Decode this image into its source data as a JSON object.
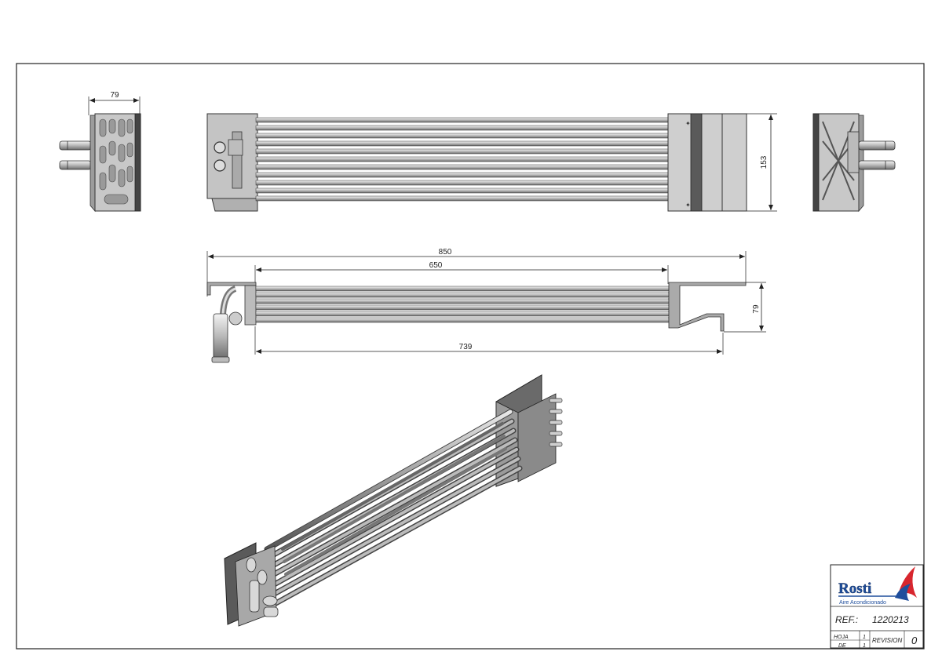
{
  "drawing": {
    "dimensions": {
      "top_width": "79",
      "front_height": "153",
      "overall_length": "850",
      "core_length": "650",
      "bracket_length": "739",
      "side_height": "79"
    }
  },
  "title_block": {
    "logo_name": "Rosti",
    "logo_tagline": "Aire Acondicionado",
    "ref_label": "REF.:",
    "ref_value": "1220213",
    "hoja_label": "HOJA",
    "hoja_value": "1",
    "de_label": "DE",
    "de_value": "1",
    "revision_label": "REVISION",
    "revision_value": "0",
    "brand_color": "#1f4e9c",
    "accent_color": "#d8262e"
  }
}
